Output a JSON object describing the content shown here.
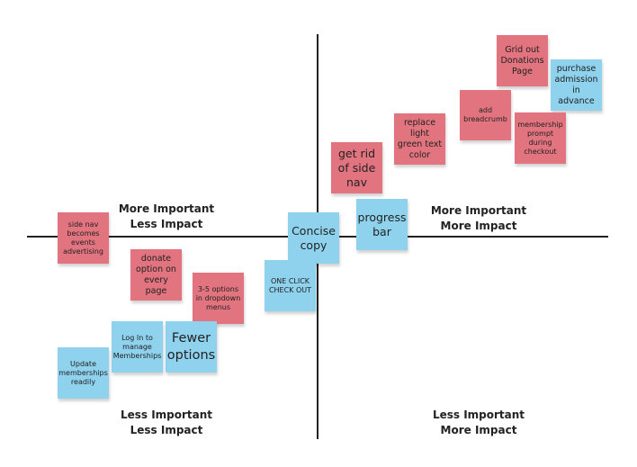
{
  "quadrants": {
    "top_left": {
      "line1": "More Important",
      "line2": "Less Impact"
    },
    "top_right": {
      "line1": "More Important",
      "line2": "More Impact"
    },
    "bottom_left": {
      "line1": "Less Important",
      "line2": "Less Impact"
    },
    "bottom_right": {
      "line1": "Less Important",
      "line2": "More Impact"
    }
  },
  "notes": {
    "grid_out_donations": "Grid out Donations Page",
    "purchase_admission": "purchase admission in advance",
    "add_breadcrumb": "add breadcrumb",
    "replace_green_text": "replace light green text color",
    "membership_prompt": "membership prompt during checkout",
    "get_rid_side_nav": "get rid of side nav",
    "progress_bar": "progress bar",
    "concise_copy": "Concise copy",
    "side_nav_events": "side nav becomes events advertising",
    "donate_option": "donate option on every page",
    "one_click_checkout": "ONE CLICK CHECK OUT",
    "dropdown_options": "3-5 options in dropdown menus",
    "fewer_options": "Fewer options",
    "log_in_manage": "Log In to manage Memberships",
    "update_memberships": "Update memberships readily"
  },
  "colors": {
    "pink_note": "#e2747f",
    "blue_note": "#8fd2ee",
    "axis": "#222222"
  }
}
